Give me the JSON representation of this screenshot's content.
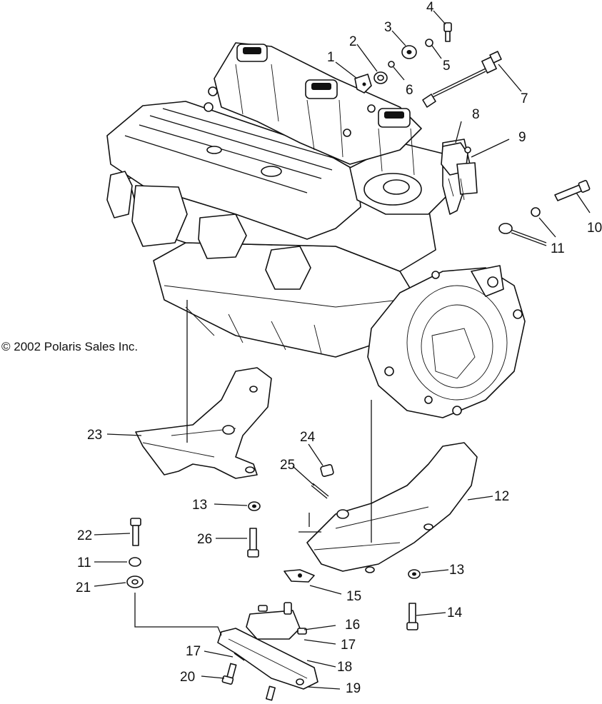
{
  "copyright": "© 2002 Polaris Sales Inc.",
  "callouts": [
    "1",
    "2",
    "3",
    "4",
    "5",
    "6",
    "7",
    "8",
    "9",
    "10",
    "11",
    "11",
    "12",
    "13",
    "13",
    "14",
    "15",
    "16",
    "17",
    "17",
    "18",
    "19",
    "20",
    "21",
    "22",
    "23",
    "24",
    "25",
    "26"
  ]
}
